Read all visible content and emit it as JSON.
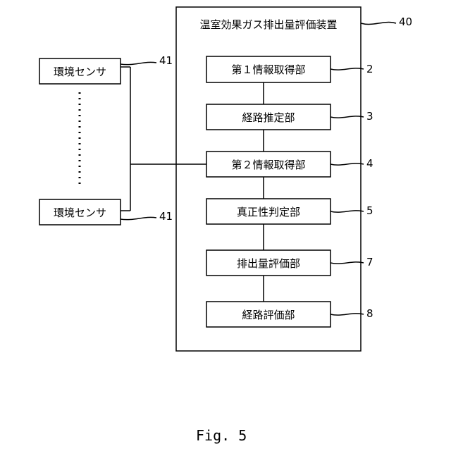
{
  "diagram": {
    "device": {
      "label": "温室効果ガス排出量評価装置",
      "ref": "40"
    },
    "sensors": [
      {
        "label": "環境センサ",
        "ref": "41"
      },
      {
        "label": "環境センサ",
        "ref": "41"
      }
    ],
    "units": [
      {
        "label": "第１情報取得部",
        "ref": "2"
      },
      {
        "label": "経路推定部",
        "ref": "3"
      },
      {
        "label": "第２情報取得部",
        "ref": "4"
      },
      {
        "label": "真正性判定部",
        "ref": "5"
      },
      {
        "label": "排出量評価部",
        "ref": "7"
      },
      {
        "label": "経路評価部",
        "ref": "8"
      }
    ]
  },
  "caption": "Fig. 5"
}
